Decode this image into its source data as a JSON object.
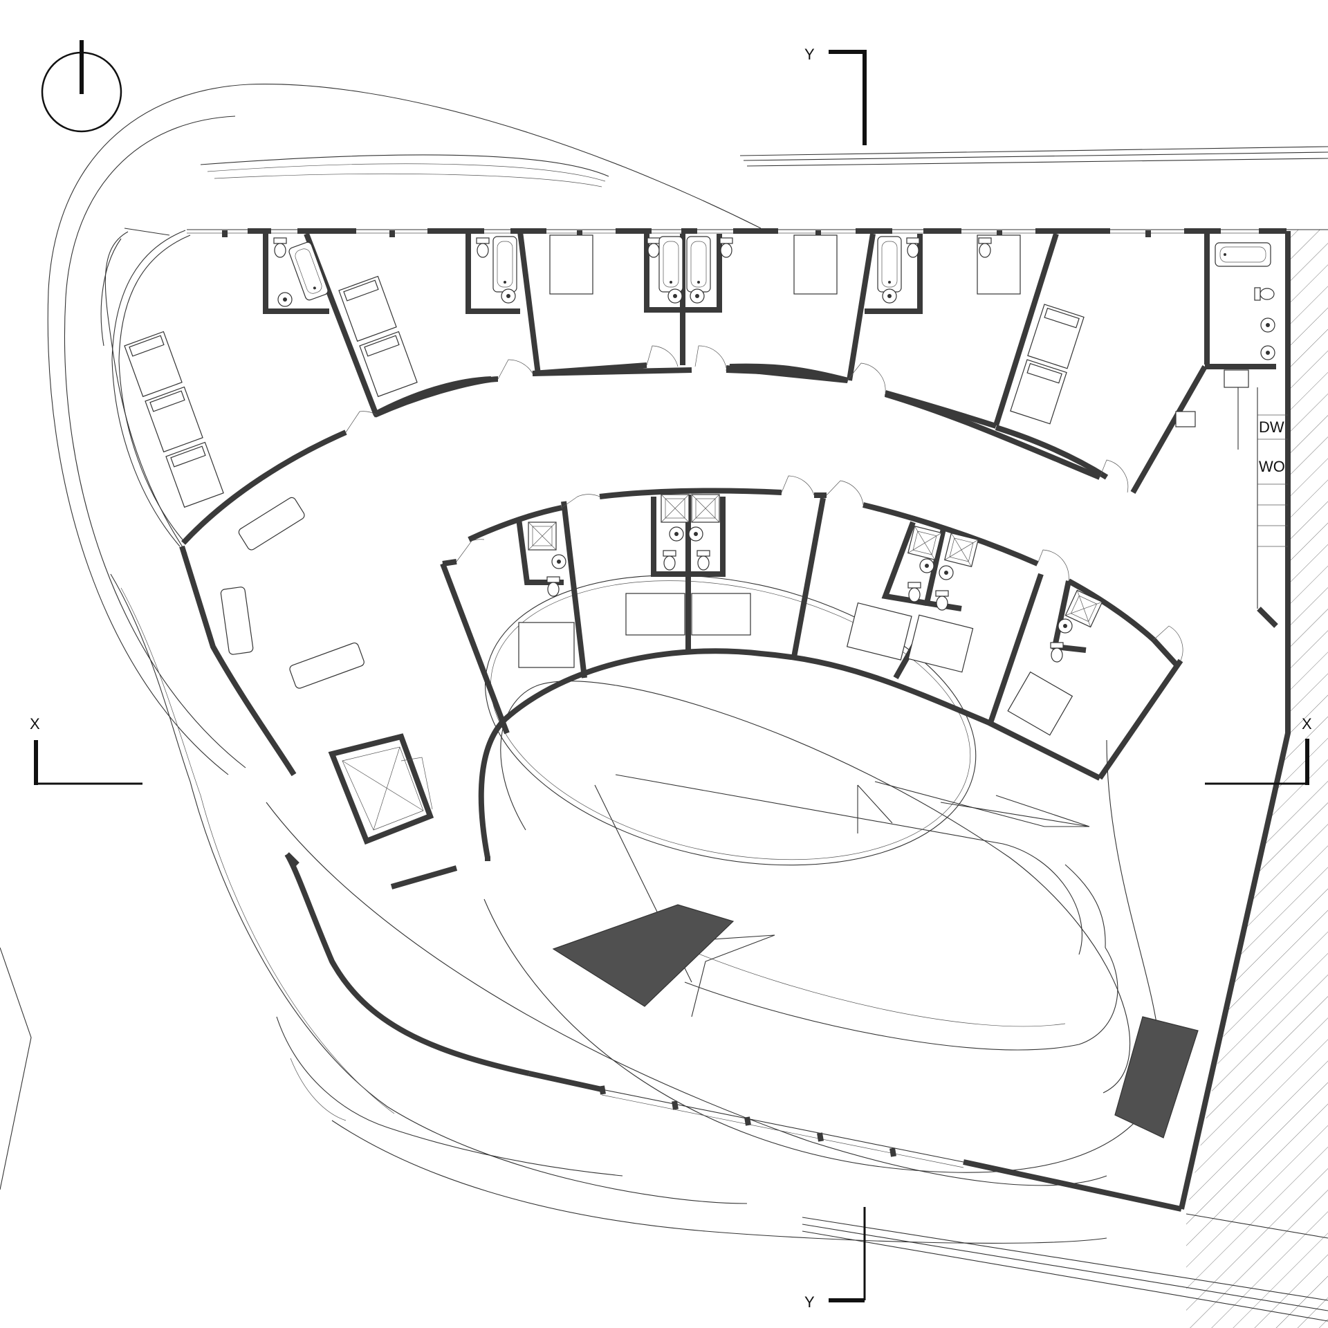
{
  "section_markers": {
    "y_top": "Y",
    "y_bottom": "Y",
    "x_left": "X",
    "x_right": "X"
  },
  "kitchen_labels": {
    "dishwasher": "DW",
    "wall_oven": "WO"
  },
  "colors": {
    "wall": "#3a3a3a",
    "dark_fill": "#505050",
    "hatch": "#777777"
  },
  "icons": [
    "north-arrow-icon",
    "section-marker-icon"
  ]
}
